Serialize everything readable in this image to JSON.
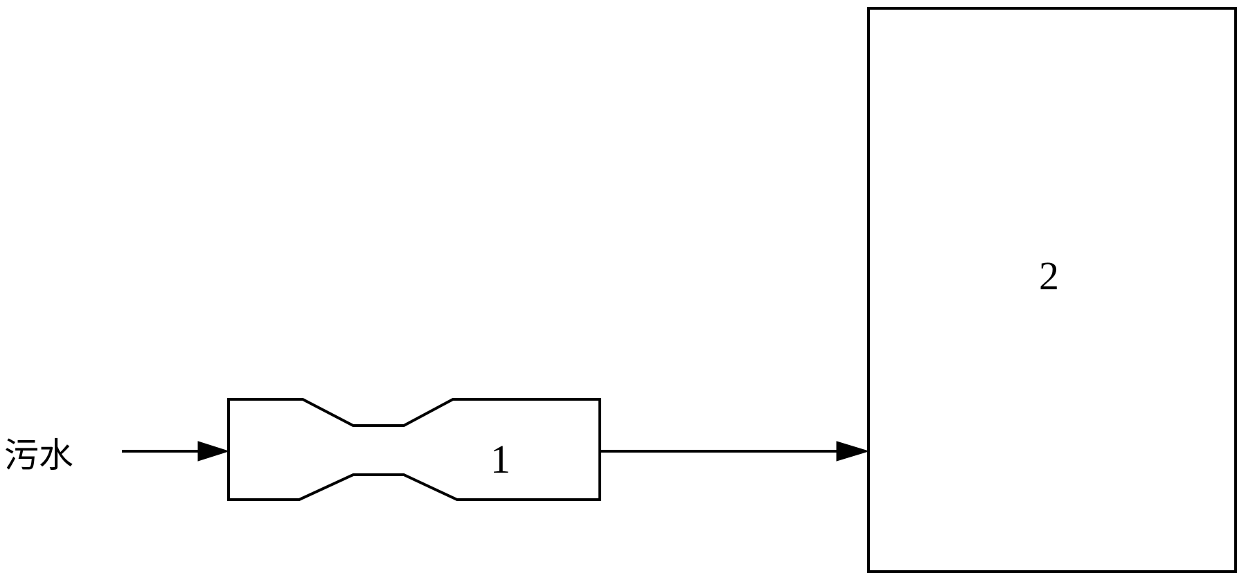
{
  "diagram": {
    "inlet_label": "污水",
    "unit1_label": "1",
    "unit2_label": "2"
  },
  "colors": {
    "stroke": "#000000",
    "background": "#ffffff"
  }
}
